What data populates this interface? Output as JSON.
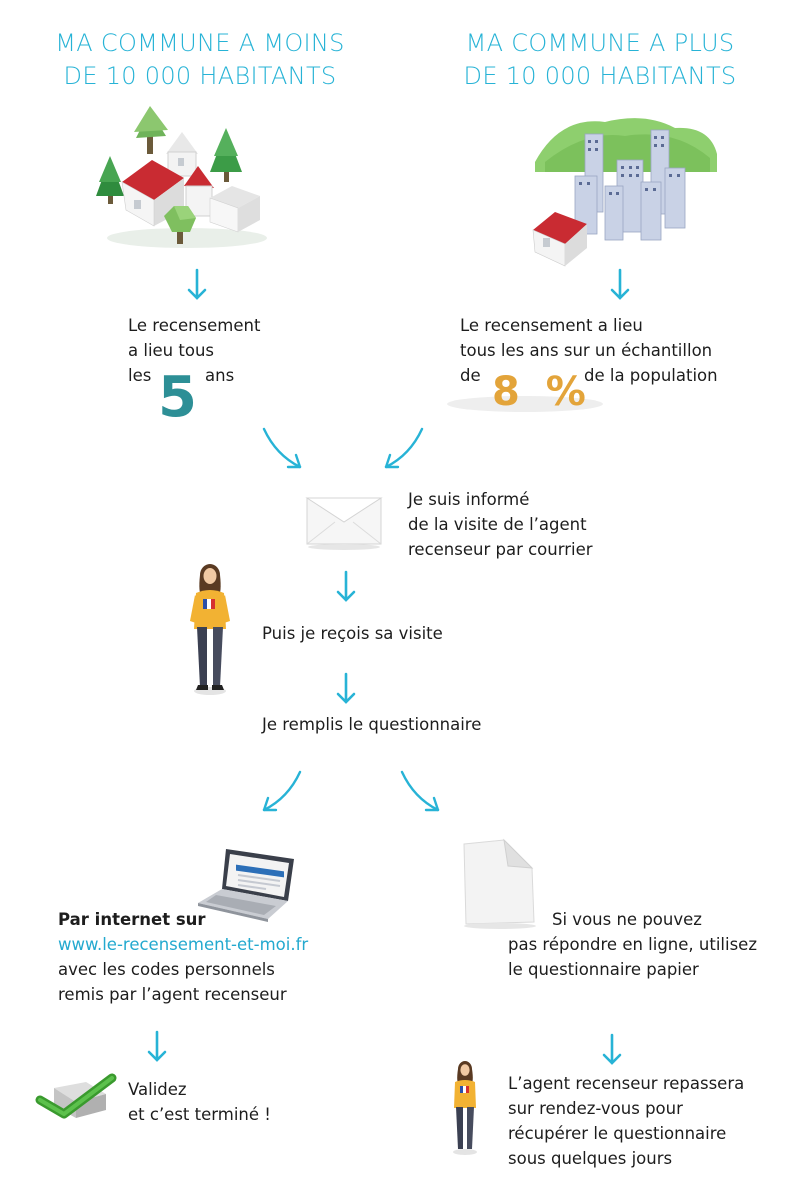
{
  "left_column": {
    "header_line1": "MA COMMUNE A MOINS",
    "header_line2": "DE 10 000 HABITANTS",
    "desc_line1": "Le recensement",
    "desc_line2": "a lieu tous",
    "desc_prefix": "les",
    "desc_number": "5",
    "desc_suffix": "ans"
  },
  "right_column": {
    "header_line1": "MA COMMUNE A PLUS",
    "header_line2": "DE 10 000 HABITANTS",
    "desc_line1": "Le recensement a lieu",
    "desc_line2": "tous les ans sur un échantillon",
    "desc_prefix": "de",
    "desc_number": "8 %",
    "desc_suffix": "de la population"
  },
  "steps": {
    "mail_line1": "Je suis informé",
    "mail_line2": "de la visite de l’agent",
    "mail_line3": "recenseur par courrier",
    "visit": "Puis je reçois sa visite",
    "fill": "Je remplis le questionnaire"
  },
  "internet_option": {
    "title": "Par internet sur",
    "url": "www.le-recensement-et-moi.fr",
    "line3": "avec les codes personnels",
    "line4": "remis par l’agent recenseur",
    "done_line1": "Validez",
    "done_line2": "et c’est terminé !"
  },
  "paper_option": {
    "line1": "Si vous ne pouvez",
    "line2": "pas répondre en ligne, utilisez",
    "line3": "le questionnaire papier",
    "agent_line1": "L’agent recenseur repassera",
    "agent_line2": "sur rendez-vous pour",
    "agent_line3": "récupérer le questionnaire",
    "agent_line4": "sous quelques jours"
  },
  "colors": {
    "accent": "#27b3d6",
    "five": "#2d8f96",
    "eight": "#e3a43a",
    "check": "#3a9a2e"
  },
  "icons": [
    "village-illustration",
    "city-illustration",
    "envelope-icon",
    "census-agent-figure",
    "laptop-icon",
    "paper-sheet-icon",
    "checkmark-icon",
    "arrow-down-icon",
    "curved-arrow-icon"
  ]
}
